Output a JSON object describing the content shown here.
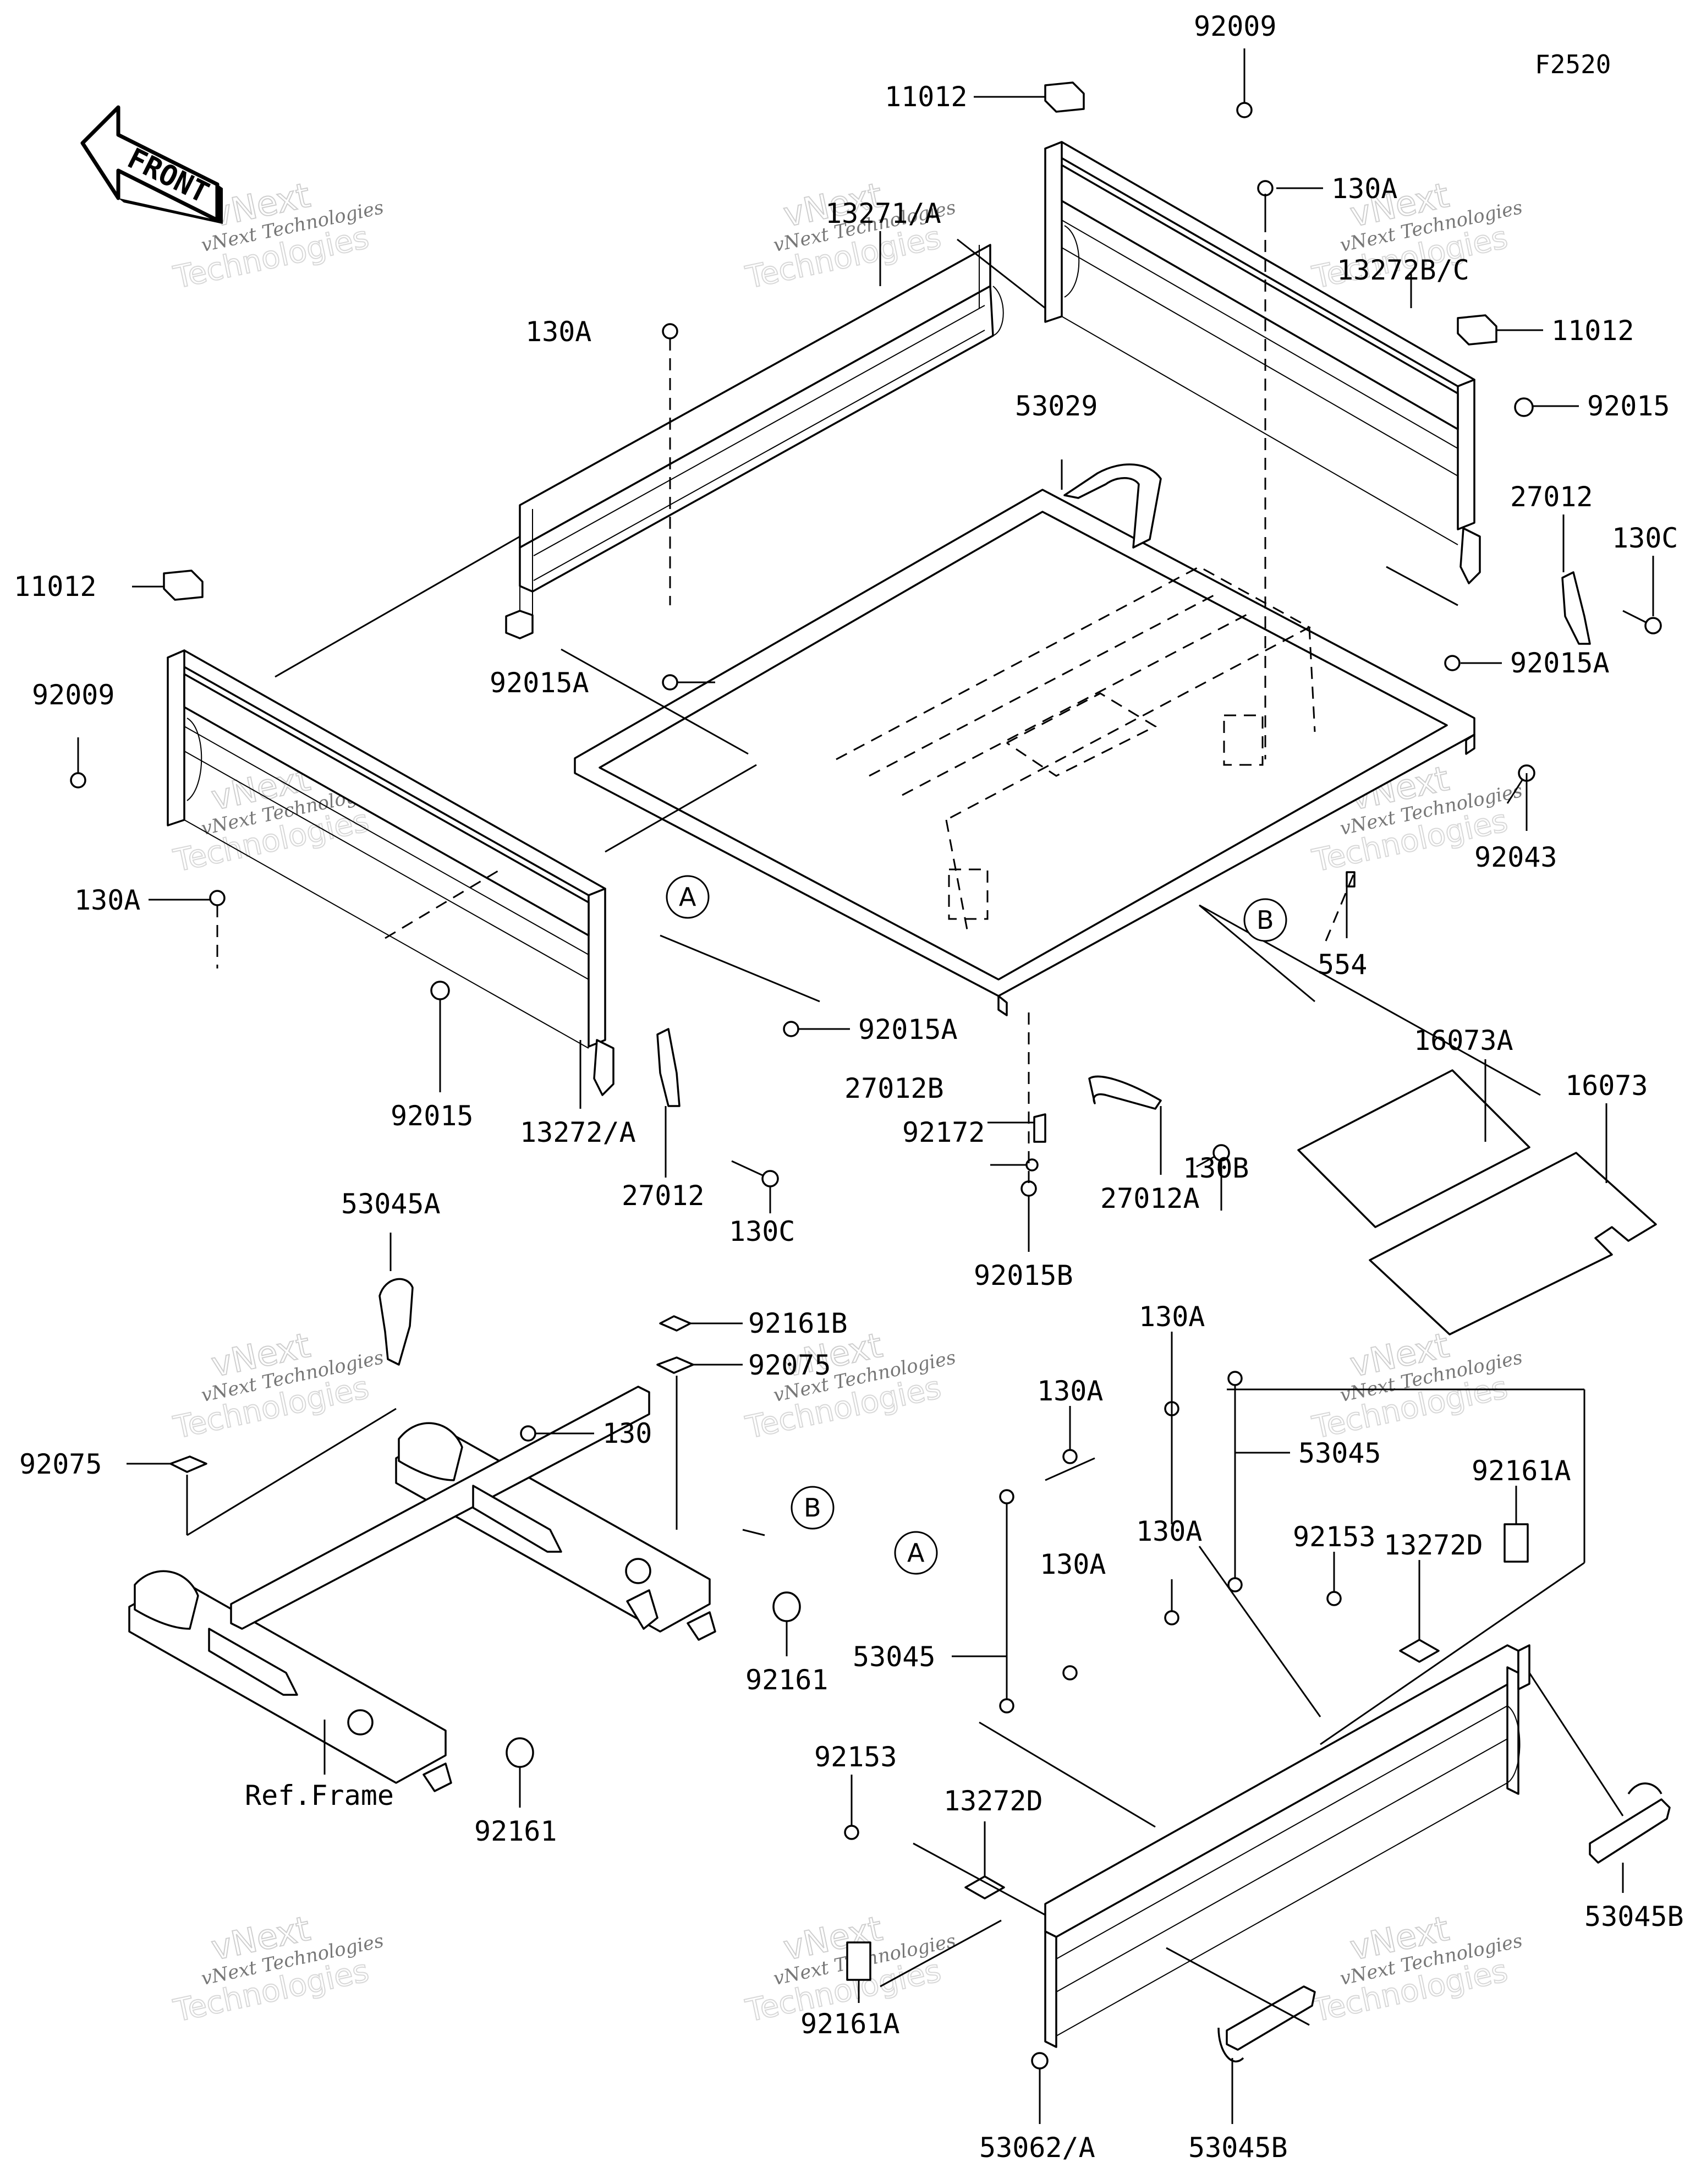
{
  "figure_code": "F2520",
  "front_label": "FRONT",
  "watermark": {
    "line1": "vNext Technologies",
    "line2": "vNext",
    "line3": "Technologies"
  },
  "callouts": {
    "c1": "A",
    "c2": "B",
    "c3": "A",
    "c4": "B"
  },
  "labels": {
    "p1": "92009",
    "p2": "11012",
    "p3": "130A",
    "p4": "13271/A",
    "p5": "13272B/C",
    "p6": "11012",
    "p7": "130A",
    "p8": "53029",
    "p9": "92015",
    "p10": "27012",
    "p11": "130C",
    "p12": "11012",
    "p13": "92015A",
    "p14": "92015A",
    "p15": "92009",
    "p16": "92043",
    "p17": "130A",
    "p18": "554",
    "p19": "92015A",
    "p20": "16073A",
    "p21": "27012B",
    "p22": "16073",
    "p23": "92015",
    "p24": "13272/A",
    "p25": "92172",
    "p26": "130B",
    "p27": "27012",
    "p28": "130C",
    "p29": "27012A",
    "p30": "92015B",
    "p31": "53045A",
    "p32": "92161B",
    "p33": "130A",
    "p34": "92075",
    "p35": "130A",
    "p36": "130",
    "p37": "53045",
    "p38": "92075",
    "p39": "92161A",
    "p40": "92153",
    "p41": "130A",
    "p42": "13272D",
    "p43": "130A",
    "p44": "92161",
    "p45": "53045",
    "p46": "Ref.Frame",
    "p47": "92153",
    "p48": "13272D",
    "p49": "92161",
    "p50": "53045B",
    "p51": "92161A",
    "p52": "53062/A",
    "p53": "53045B"
  }
}
